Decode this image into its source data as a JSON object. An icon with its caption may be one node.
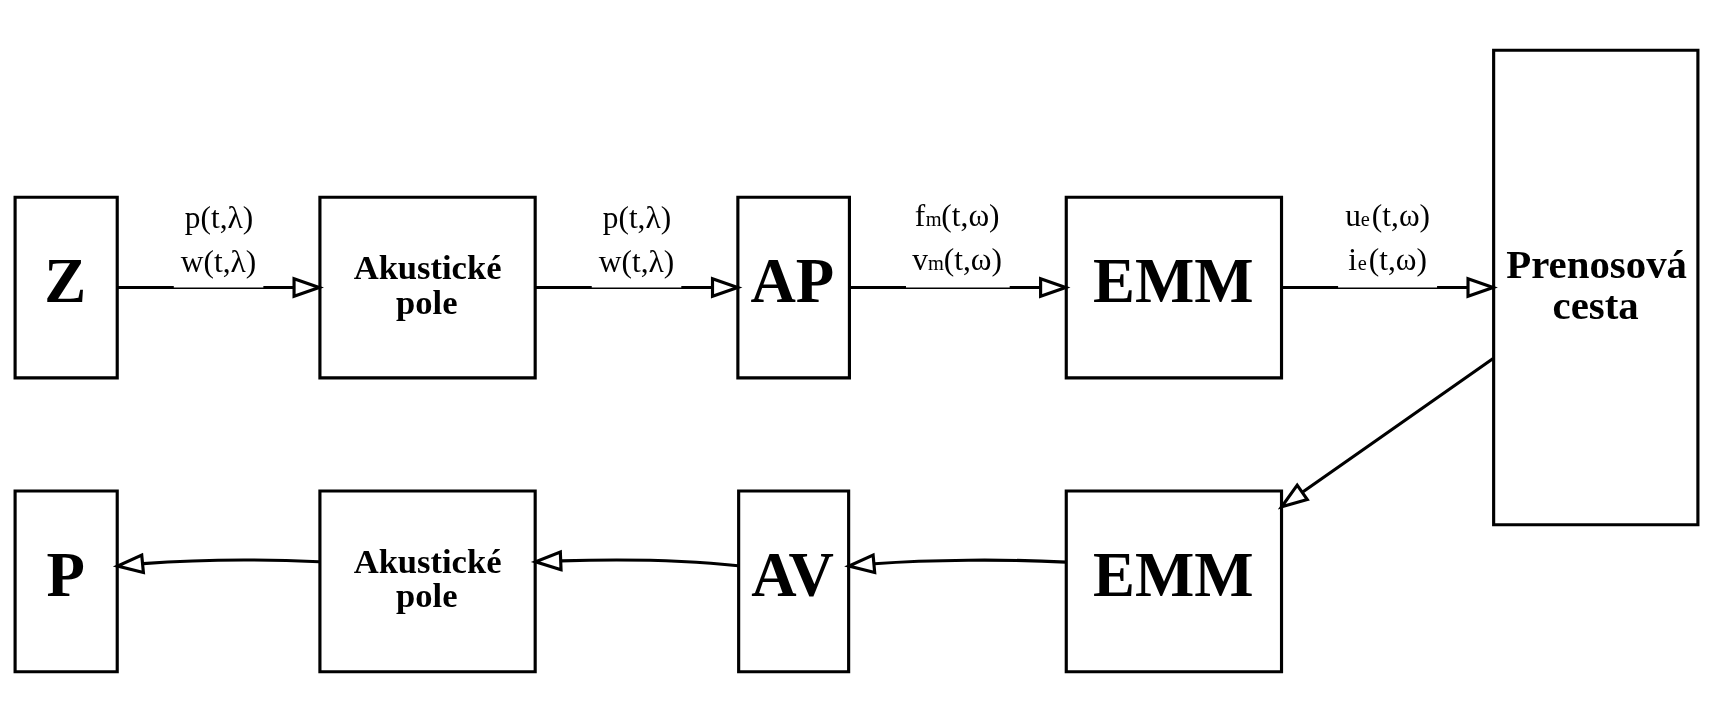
{
  "diagram": {
    "nodes": [
      {
        "text": [
          "Z"
        ]
      },
      {
        "text": [
          "Akustické pole"
        ]
      },
      {
        "text": [
          "AP"
        ]
      },
      {
        "text": [
          "EMM"
        ]
      },
      {
        "text": [
          "Prenosová cesta"
        ]
      },
      {
        "text": [
          "P"
        ]
      },
      {
        "text": [
          "Akustické pole"
        ]
      },
      {
        "text": [
          "AV"
        ]
      },
      {
        "text": [
          "EMM"
        ]
      }
    ],
    "edges": [
      {
        "from": 0,
        "to": 1,
        "arrow": "to",
        "label": "p(t,λ) w(t,λ)"
      },
      {
        "from": 1,
        "to": 2,
        "arrow": "to",
        "label": "p(t,λ) w(t,λ)"
      },
      {
        "from": 2,
        "to": 3,
        "arrow": "to",
        "label": "f$_{m}$(t,ω) v$_{m}$(t,ω)"
      },
      {
        "from": 3,
        "to": 4,
        "arrow": "to",
        "label": "u$_{e}$(t,ω) i$_{e}$(t,ω)"
      },
      {
        "from": 4,
        "to": 8,
        "arrow": "to"
      },
      {
        "from": 8,
        "to": 7,
        "arrow": "to"
      },
      {
        "from": 7,
        "to": 6,
        "arrow": "to"
      },
      {
        "from": 6,
        "to": 5,
        "arrow": "to"
      }
    ]
  }
}
